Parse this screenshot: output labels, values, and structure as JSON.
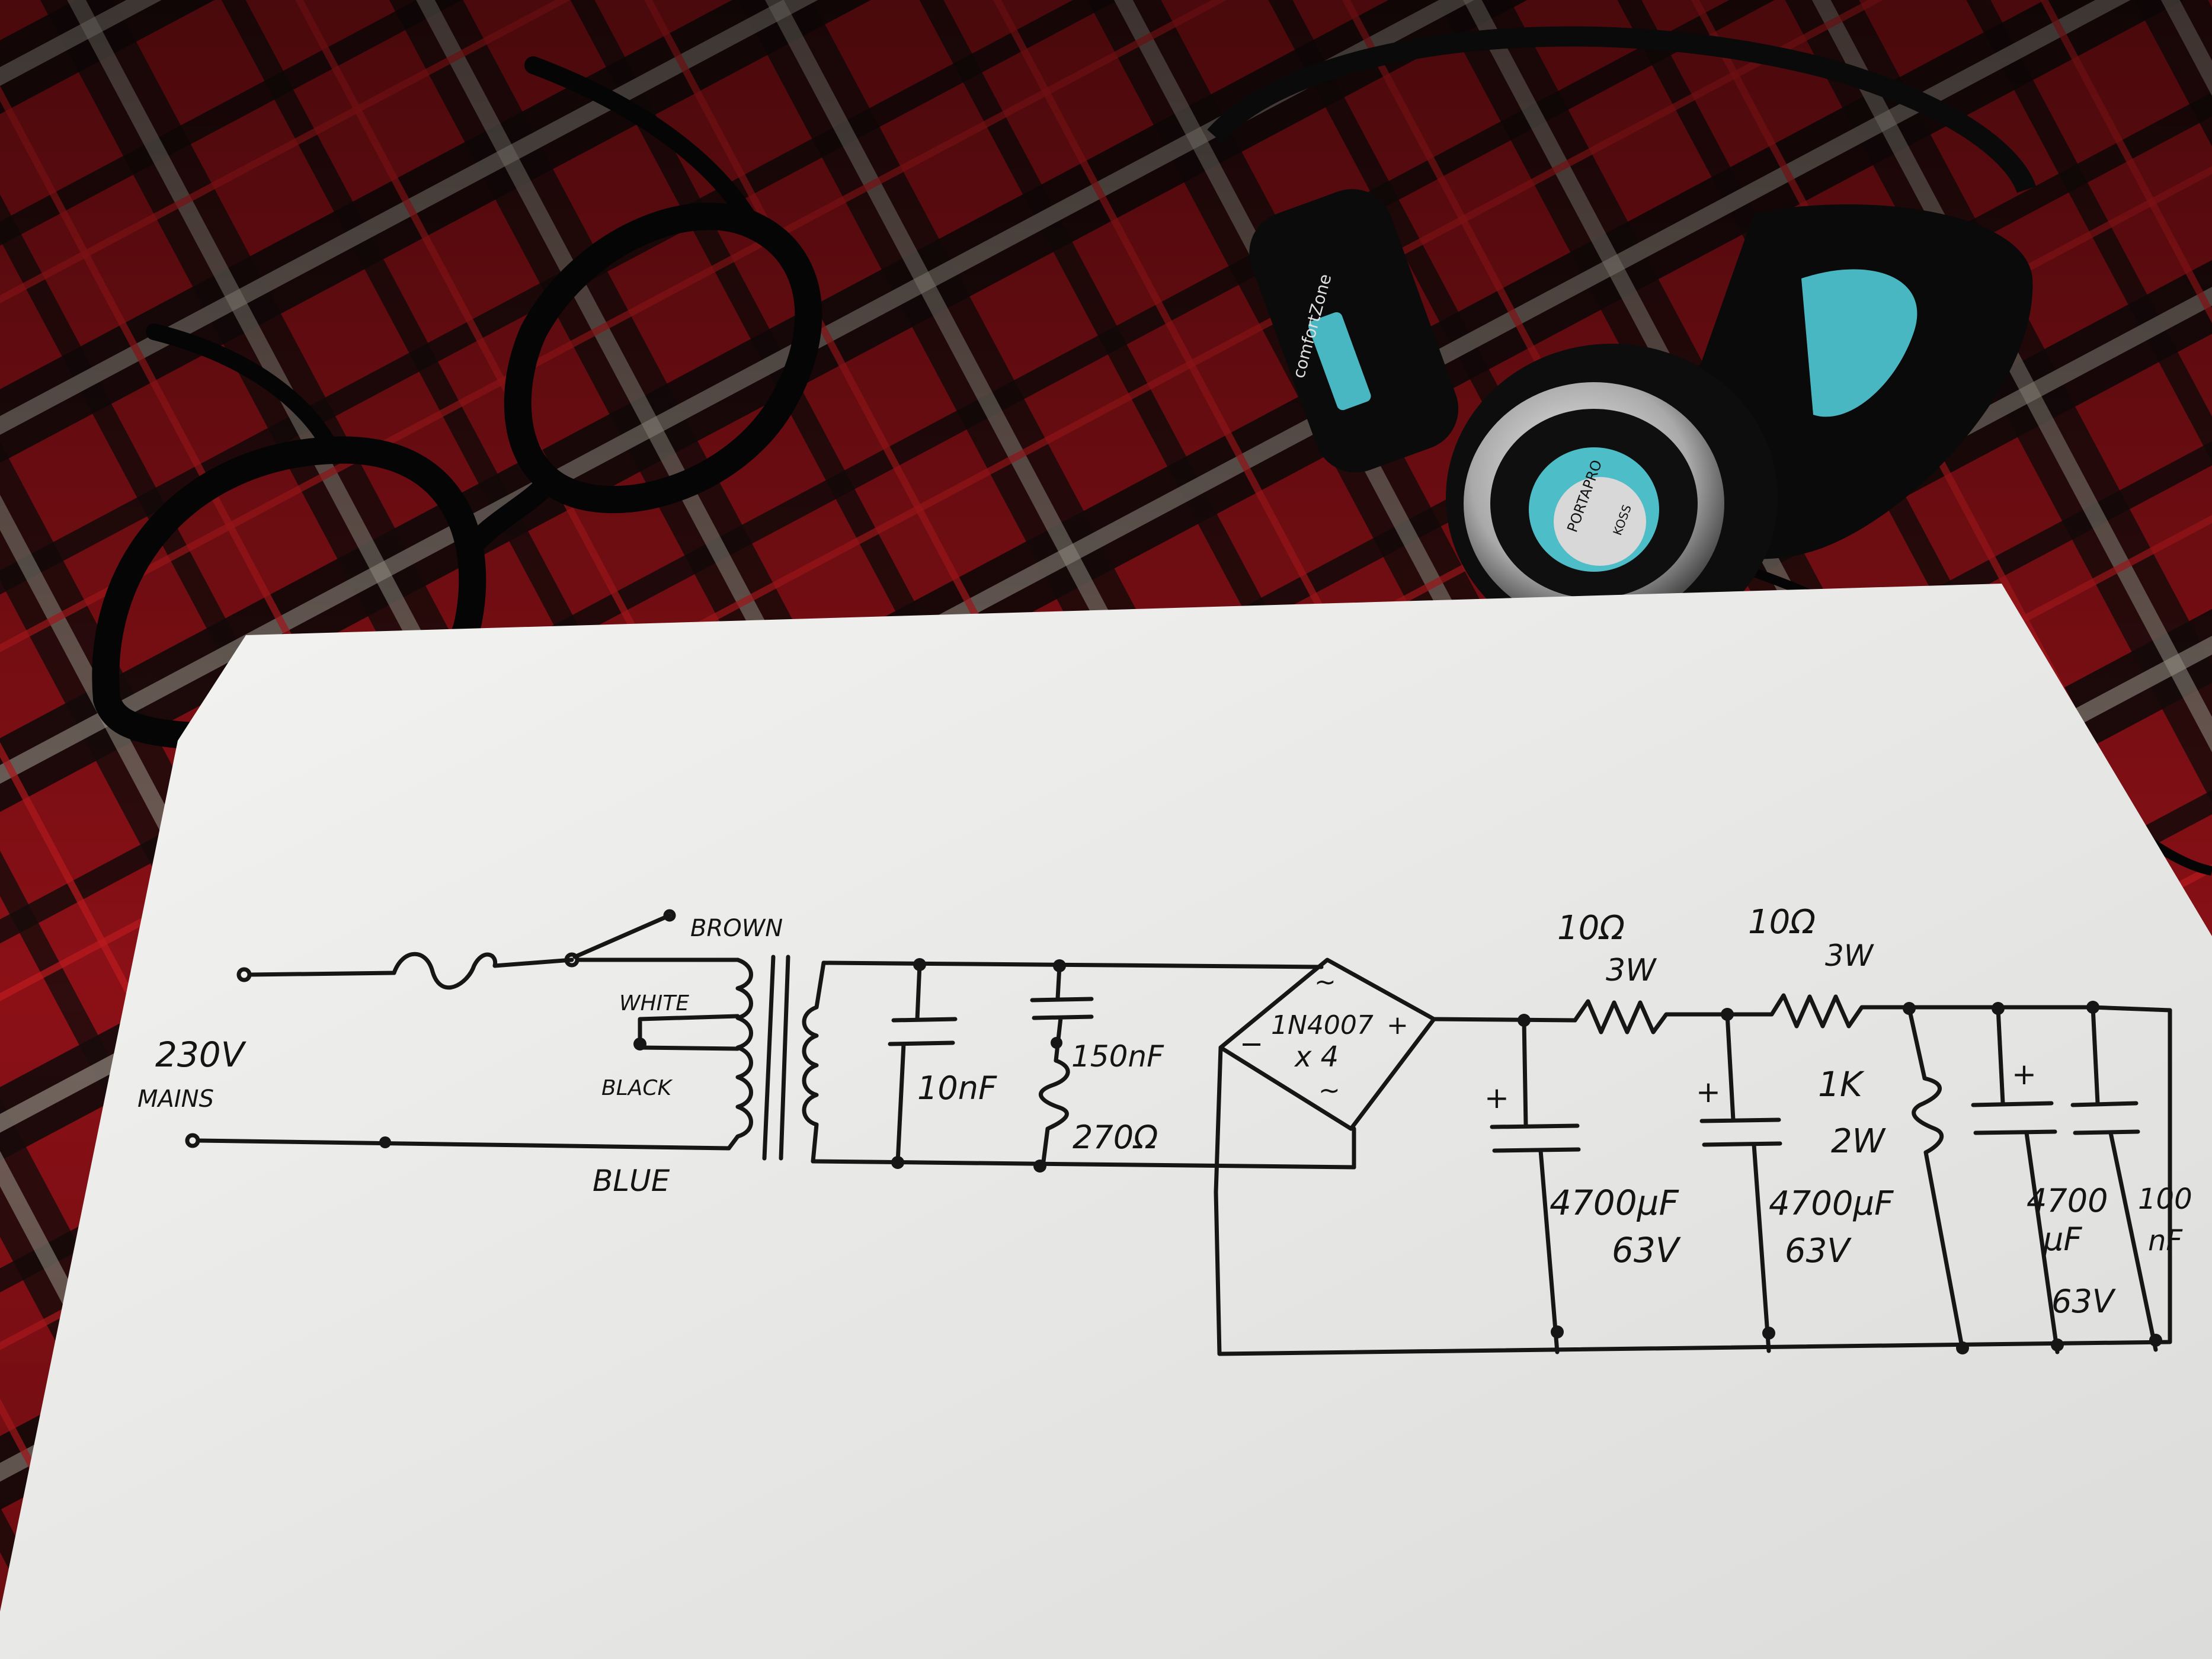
{
  "scene": {
    "colors": {
      "tablecloth_red": "#b3141a",
      "tablecloth_dark": "#1a0d0d",
      "tablecloth_light": "#d9d3c4",
      "paper": "#eeeeec",
      "ink": "#161616",
      "headphone_teal": "#49b7c1"
    },
    "objects": [
      "eyeglasses",
      "headphones",
      "paper-schematic"
    ]
  },
  "headphones": {
    "side_label": "comfortZone",
    "cup_brand": "PORTAPRO",
    "cup_maker": "KOSS"
  },
  "schematic": {
    "mains_voltage": "230V",
    "mains_label": "MAINS",
    "wire_brown": "BROWN",
    "wire_white": "WHITE",
    "wire_black": "BLACK",
    "wire_blue": "BLUE",
    "cap1": "10nF",
    "cap2": "150nF",
    "res1": "270Ω",
    "bridge_diode": "1N4007",
    "bridge_count": "x 4",
    "bridge_ac": "~",
    "bridge_plus": "+",
    "bridge_minus": "−",
    "r_series1_value": "10Ω",
    "r_series1_power": "3W",
    "r_series2_value": "10Ω",
    "r_series2_power": "3W",
    "r_bleed_value": "1K",
    "r_bleed_power": "2W",
    "c_filter1_value": "4700μF",
    "c_filter1_voltage": "63V",
    "c_filter2_value": "4700μF",
    "c_filter2_voltage": "63V",
    "c_filter3_value": "4700",
    "c_filter3_unit": "μF",
    "c_filter3_voltage": "63V",
    "c_bypass_value": "100",
    "c_bypass_unit": "nF",
    "polarity_plus": "+"
  }
}
